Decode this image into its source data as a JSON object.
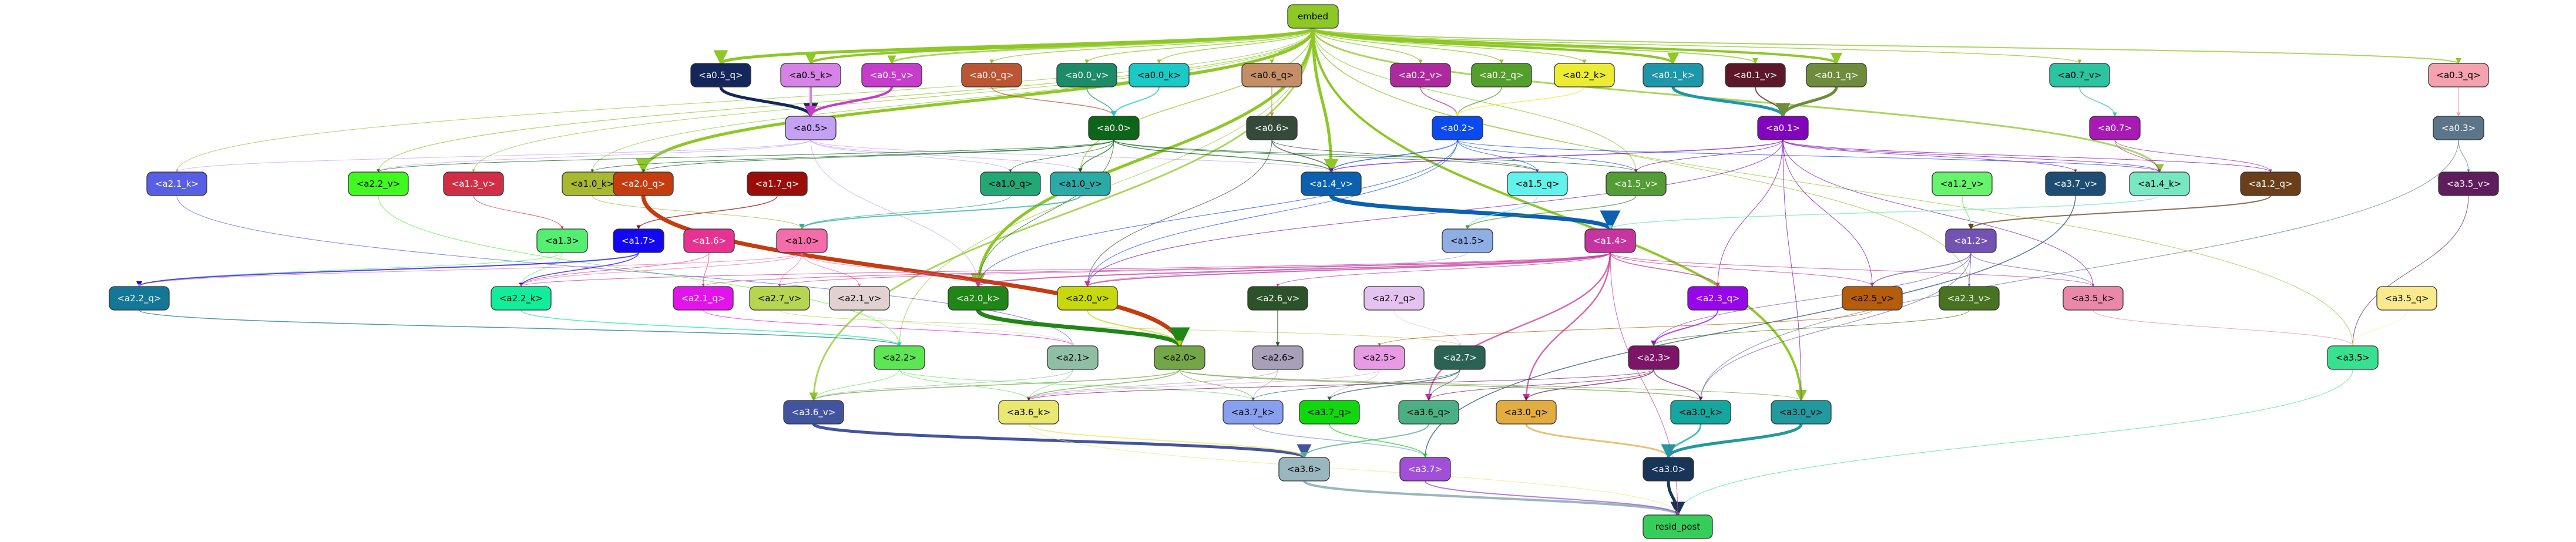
{
  "nodes": [
    {
      "id": "embed",
      "label": "embed",
      "fill": "#8dc825",
      "text": "#000000"
    },
    {
      "id": "a0.5_q",
      "label": "<a0.5_q>",
      "fill": "#15265a",
      "text": "#ffffff"
    },
    {
      "id": "a0.5_k",
      "label": "<a0.5_k>",
      "fill": "#d782e6",
      "text": "#000000"
    },
    {
      "id": "a0.5_v",
      "label": "<a0.5_v>",
      "fill": "#c63dcc",
      "text": "#ffffff"
    },
    {
      "id": "a0.0_q",
      "label": "<a0.0_q>",
      "fill": "#bb5533",
      "text": "#ffffff"
    },
    {
      "id": "a0.0_v",
      "label": "<a0.0_v>",
      "fill": "#1c8b68",
      "text": "#ffffff"
    },
    {
      "id": "a0.0_k",
      "label": "<a0.0_k>",
      "fill": "#19cac6",
      "text": "#000000"
    },
    {
      "id": "a0.6_q",
      "label": "<a0.6_q>",
      "fill": "#c48e66",
      "text": "#000000"
    },
    {
      "id": "a0.2_v",
      "label": "<a0.2_v>",
      "fill": "#ac2a9e",
      "text": "#ffffff"
    },
    {
      "id": "a0.2_q",
      "label": "<a0.2_q>",
      "fill": "#549e2c",
      "text": "#ffffff"
    },
    {
      "id": "a0.2_k",
      "label": "<a0.2_k>",
      "fill": "#ecec35",
      "text": "#000000"
    },
    {
      "id": "a0.1_k",
      "label": "<a0.1_k>",
      "fill": "#1f97aa",
      "text": "#ffffff"
    },
    {
      "id": "a0.1_v",
      "label": "<a0.1_v>",
      "fill": "#5c1828",
      "text": "#ffffff"
    },
    {
      "id": "a0.1_q",
      "label": "<a0.1_q>",
      "fill": "#6e8c3c",
      "text": "#ffffff"
    },
    {
      "id": "a0.7_v",
      "label": "<a0.7_v>",
      "fill": "#2cc3a0",
      "text": "#000000"
    },
    {
      "id": "a0.3_q",
      "label": "<a0.3_q>",
      "fill": "#f3a2ae",
      "text": "#000000"
    },
    {
      "id": "a0.5",
      "label": "<a0.5>",
      "fill": "#c5a1f5",
      "text": "#000000"
    },
    {
      "id": "a0.0",
      "label": "<a0.0>",
      "fill": "#0c6619",
      "text": "#ffffff"
    },
    {
      "id": "a0.6",
      "label": "<a0.6>",
      "fill": "#354a38",
      "text": "#ffffff"
    },
    {
      "id": "a0.2",
      "label": "<a0.2>",
      "fill": "#0b49f1",
      "text": "#ffffff"
    },
    {
      "id": "a0.1",
      "label": "<a0.1>",
      "fill": "#8105bc",
      "text": "#ffffff"
    },
    {
      "id": "a0.7",
      "label": "<a0.7>",
      "fill": "#a919b4",
      "text": "#ffffff"
    },
    {
      "id": "a0.3",
      "label": "<a0.3>",
      "fill": "#5c7589",
      "text": "#ffffff"
    },
    {
      "id": "a2.1_k",
      "label": "<a2.1_k>",
      "fill": "#5760e4",
      "text": "#ffffff"
    },
    {
      "id": "a2.2_v",
      "label": "<a2.2_v>",
      "fill": "#41f91f",
      "text": "#000000"
    },
    {
      "id": "a1.3_v",
      "label": "<a1.3_v>",
      "fill": "#d12e45",
      "text": "#ffffff"
    },
    {
      "id": "a1.0_k",
      "label": "<a1.0_k>",
      "fill": "#a8b830",
      "text": "#000000"
    },
    {
      "id": "a2.0_q",
      "label": "<a2.0_q>",
      "fill": "#c43c0f",
      "text": "#ffffff"
    },
    {
      "id": "a1.7_q",
      "label": "<a1.7_q>",
      "fill": "#9a0d09",
      "text": "#ffffff"
    },
    {
      "id": "a1.0_q",
      "label": "<a1.0_q>",
      "fill": "#21a875",
      "text": "#000000"
    },
    {
      "id": "a1.0_v",
      "label": "<a1.0_v>",
      "fill": "#2aaba8",
      "text": "#000000"
    },
    {
      "id": "a1.4_v",
      "label": "<a1.4_v>",
      "fill": "#0b60b0",
      "text": "#ffffff"
    },
    {
      "id": "a1.5_q",
      "label": "<a1.5_q>",
      "fill": "#62f2ec",
      "text": "#000000"
    },
    {
      "id": "a1.5_v",
      "label": "<a1.5_v>",
      "fill": "#549c35",
      "text": "#ffffff"
    },
    {
      "id": "a1.2_v",
      "label": "<a1.2_v>",
      "fill": "#67f36b",
      "text": "#000000"
    },
    {
      "id": "a3.7_v",
      "label": "<a3.7_v>",
      "fill": "#1d4d75",
      "text": "#ffffff"
    },
    {
      "id": "a1.4_k",
      "label": "<a1.4_k>",
      "fill": "#76e7c0",
      "text": "#000000"
    },
    {
      "id": "a1.2_q",
      "label": "<a1.2_q>",
      "fill": "#693e18",
      "text": "#ffffff"
    },
    {
      "id": "a3.5_v",
      "label": "<a3.5_v>",
      "fill": "#5f1d5d",
      "text": "#ffffff"
    },
    {
      "id": "a1.3",
      "label": "<a1.3>",
      "fill": "#54ef70",
      "text": "#000000"
    },
    {
      "id": "a1.7",
      "label": "<a1.7>",
      "fill": "#1207f0",
      "text": "#ffffff"
    },
    {
      "id": "a1.6",
      "label": "<a1.6>",
      "fill": "#e83291",
      "text": "#ffffff"
    },
    {
      "id": "a1.0",
      "label": "<a1.0>",
      "fill": "#f46daa",
      "text": "#000000"
    },
    {
      "id": "a1.5",
      "label": "<a1.5>",
      "fill": "#8faee6",
      "text": "#000000"
    },
    {
      "id": "a1.4",
      "label": "<a1.4>",
      "fill": "#c6359f",
      "text": "#ffffff"
    },
    {
      "id": "a1.2",
      "label": "<a1.2>",
      "fill": "#7353b1",
      "text": "#ffffff"
    },
    {
      "id": "a2.2_q",
      "label": "<a2.2_q>",
      "fill": "#147797",
      "text": "#ffffff"
    },
    {
      "id": "a2.2_k",
      "label": "<a2.2_k>",
      "fill": "#11ee9a",
      "text": "#000000"
    },
    {
      "id": "a2.1_q",
      "label": "<a2.1_q>",
      "fill": "#e313eb",
      "text": "#ffffff"
    },
    {
      "id": "a2.7_v",
      "label": "<a2.7_v>",
      "fill": "#b6d551",
      "text": "#000000"
    },
    {
      "id": "a2.1_v",
      "label": "<a2.1_v>",
      "fill": "#e1d2d1",
      "text": "#000000"
    },
    {
      "id": "a2.0_k",
      "label": "<a2.0_k>",
      "fill": "#208717",
      "text": "#ffffff"
    },
    {
      "id": "a2.0_v",
      "label": "<a2.0_v>",
      "fill": "#c7d90d",
      "text": "#000000"
    },
    {
      "id": "a2.6_v",
      "label": "<a2.6_v>",
      "fill": "#2b5228",
      "text": "#ffffff"
    },
    {
      "id": "a2.7_q",
      "label": "<a2.7_q>",
      "fill": "#e5c2f0",
      "text": "#000000"
    },
    {
      "id": "a2.3_q",
      "label": "<a2.3_q>",
      "fill": "#9706ea",
      "text": "#ffffff"
    },
    {
      "id": "a2.5_v",
      "label": "<a2.5_v>",
      "fill": "#b55d0a",
      "text": "#000000"
    },
    {
      "id": "a2.3_v",
      "label": "<a2.3_v>",
      "fill": "#487321",
      "text": "#ffffff"
    },
    {
      "id": "a3.5_k",
      "label": "<a3.5_k>",
      "fill": "#e988a8",
      "text": "#000000"
    },
    {
      "id": "a3.5_q",
      "label": "<a3.5_q>",
      "fill": "#fbea8d",
      "text": "#000000"
    },
    {
      "id": "a2.2",
      "label": "<a2.2>",
      "fill": "#5de553",
      "text": "#000000"
    },
    {
      "id": "a2.1",
      "label": "<a2.1>",
      "fill": "#90bea4",
      "text": "#000000"
    },
    {
      "id": "a2.0",
      "label": "<a2.0>",
      "fill": "#74a547",
      "text": "#000000"
    },
    {
      "id": "a2.6",
      "label": "<a2.6>",
      "fill": "#a89fb8",
      "text": "#000000"
    },
    {
      "id": "a2.5",
      "label": "<a2.5>",
      "fill": "#e89ae4",
      "text": "#000000"
    },
    {
      "id": "a2.7",
      "label": "<a2.7>",
      "fill": "#2a6253",
      "text": "#ffffff"
    },
    {
      "id": "a2.3",
      "label": "<a2.3>",
      "fill": "#7c1467",
      "text": "#ffffff"
    },
    {
      "id": "a3.5",
      "label": "<a3.5>",
      "fill": "#37e18f",
      "text": "#000000"
    },
    {
      "id": "a3.6_v",
      "label": "<a3.6_v>",
      "fill": "#43549f",
      "text": "#ffffff"
    },
    {
      "id": "a3.6_k",
      "label": "<a3.6_k>",
      "fill": "#eae870",
      "text": "#000000"
    },
    {
      "id": "a3.7_k",
      "label": "<a3.7_k>",
      "fill": "#879fee",
      "text": "#000000"
    },
    {
      "id": "a3.7_q",
      "label": "<a3.7_q>",
      "fill": "#0fd80c",
      "text": "#000000"
    },
    {
      "id": "a3.6_q",
      "label": "<a3.6_q>",
      "fill": "#4ab083",
      "text": "#000000"
    },
    {
      "id": "a3.0_q",
      "label": "<a3.0_q>",
      "fill": "#e2ac40",
      "text": "#000000"
    },
    {
      "id": "a3.0_k",
      "label": "<a3.0_k>",
      "fill": "#14a7a0",
      "text": "#000000"
    },
    {
      "id": "a3.0_v",
      "label": "<a3.0_v>",
      "fill": "#21999f",
      "text": "#000000"
    },
    {
      "id": "a3.6",
      "label": "<a3.6>",
      "fill": "#9ab6bf",
      "text": "#000000"
    },
    {
      "id": "a3.7",
      "label": "<a3.7>",
      "fill": "#a14fd8",
      "text": "#ffffff"
    },
    {
      "id": "a3.0",
      "label": "<a3.0>",
      "fill": "#183557",
      "text": "#ffffff"
    },
    {
      "id": "resid_post",
      "label": "resid_post",
      "fill": "#37cd5a",
      "text": "#000000"
    }
  ]
}
